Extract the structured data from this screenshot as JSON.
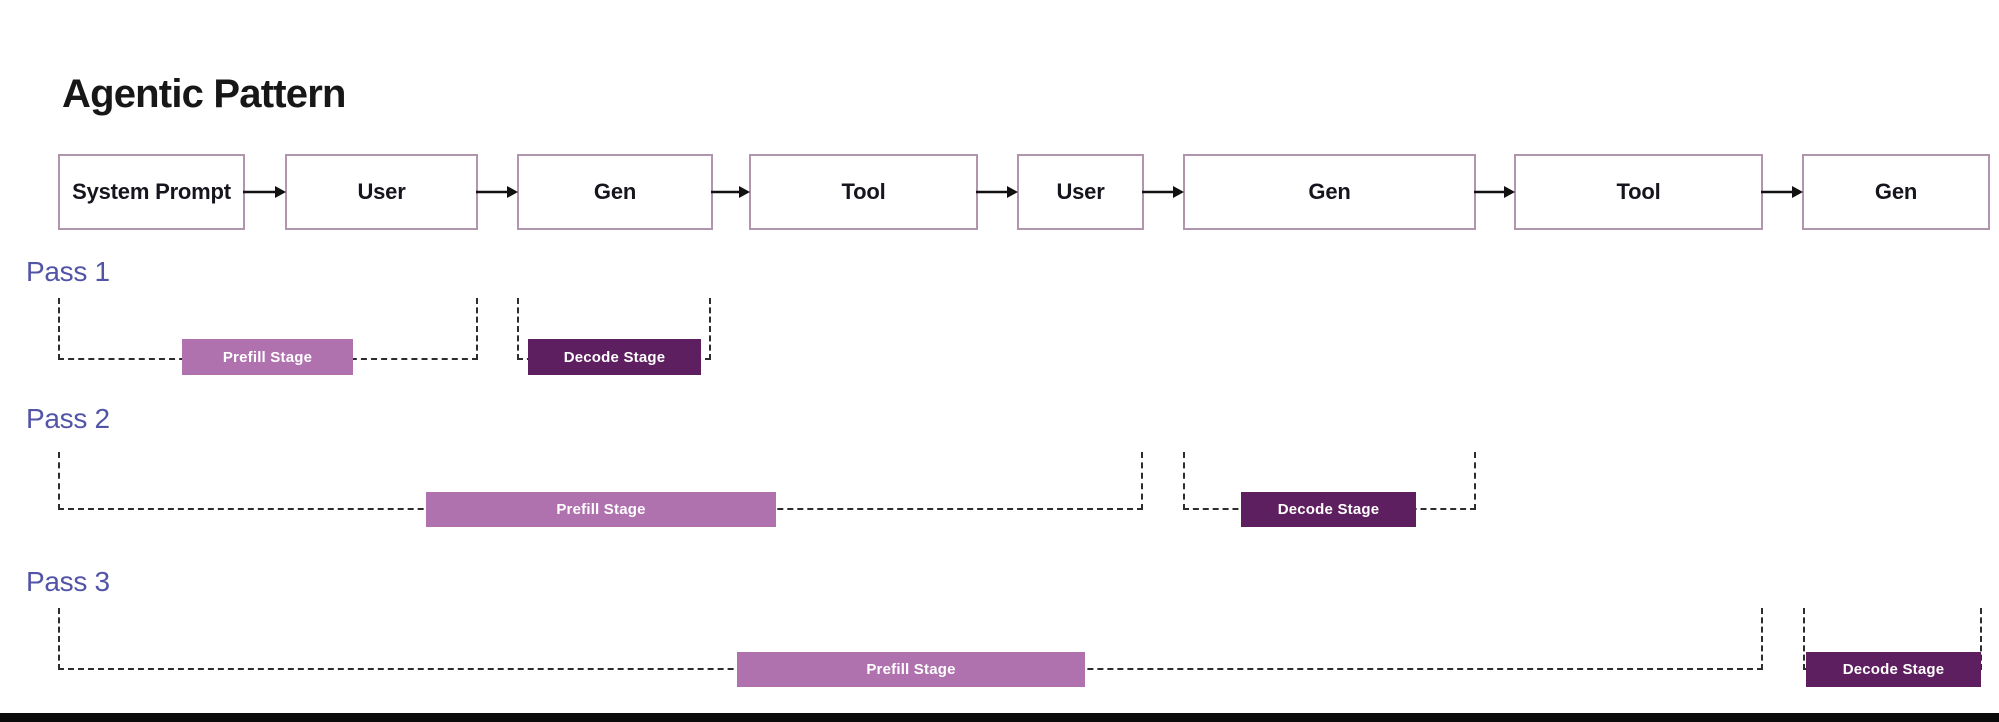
{
  "title": "Agentic Pattern",
  "flow": {
    "boxes": [
      "System Prompt",
      "User",
      "Gen",
      "Tool",
      "User",
      "Gen",
      "Tool",
      "Gen"
    ]
  },
  "passes": [
    {
      "label": "Pass 1",
      "prefill": "Prefill Stage",
      "decode": "Decode Stage"
    },
    {
      "label": "Pass 2",
      "prefill": "Prefill Stage",
      "decode": "Decode Stage"
    },
    {
      "label": "Pass 3",
      "prefill": "Prefill Stage",
      "decode": "Decode Stage"
    }
  ],
  "colors": {
    "background": "#ffffff",
    "title_text": "#171717",
    "flow_border": "#b095ad",
    "flow_text": "#15151e",
    "arrow": "#111111",
    "dash": "#2d2d2d",
    "prefill_fill": "#b072af",
    "decode_fill": "#5e1f60",
    "pass_label": "#5254a6",
    "footer_bar": "#0a0a0a"
  }
}
